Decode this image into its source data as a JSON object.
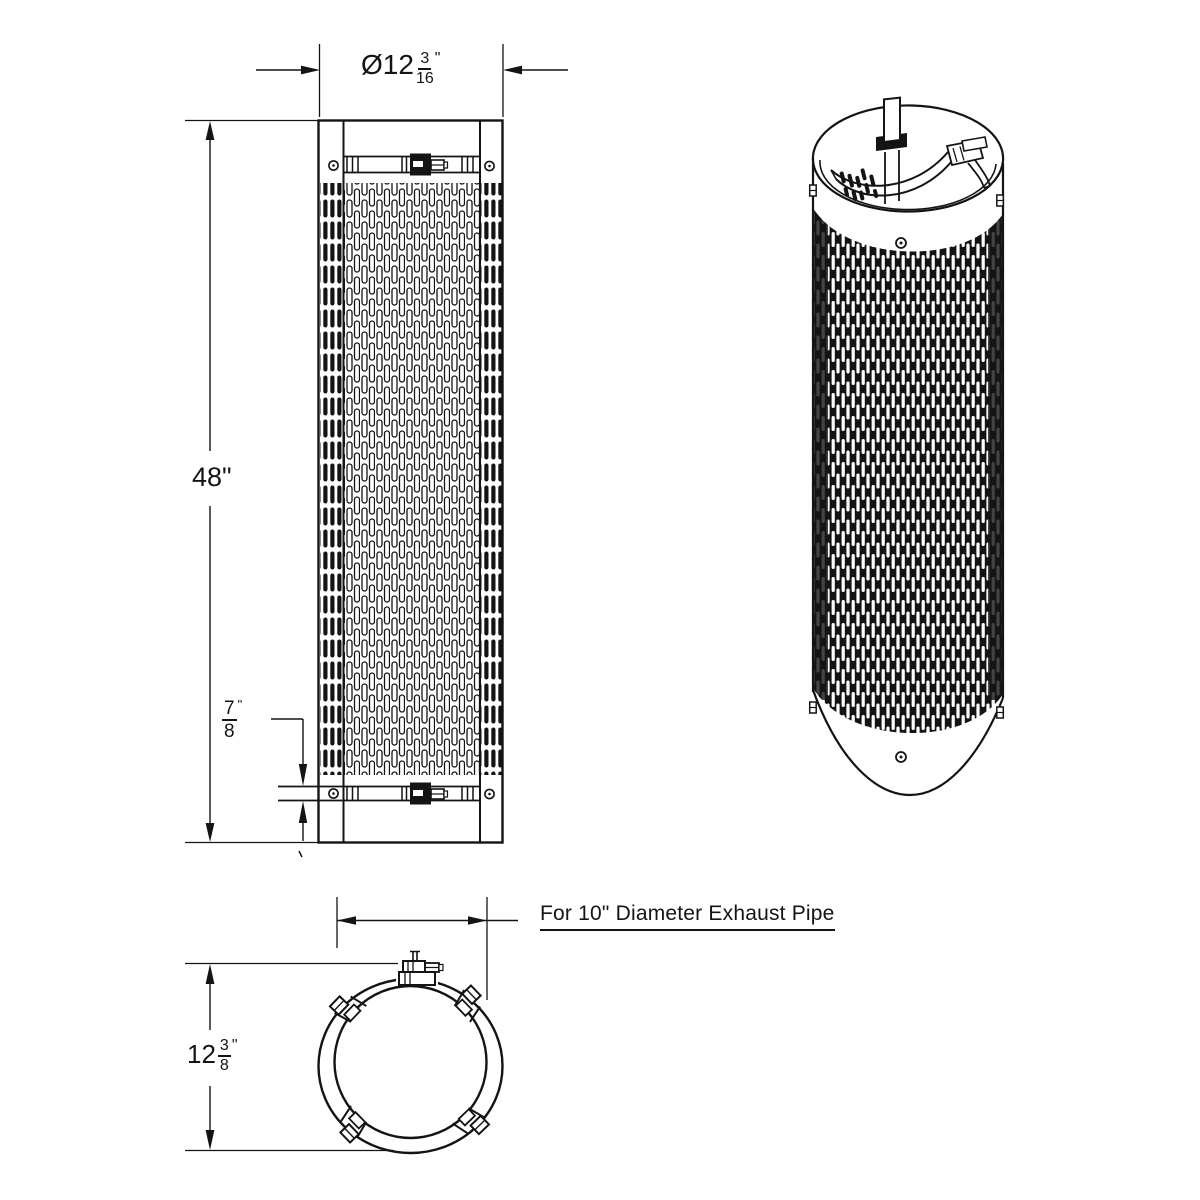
{
  "drawing": {
    "dimensions": {
      "shield_diameter": {
        "prefix": "Ø12",
        "frac_num": "3",
        "frac_den": "16",
        "suffix": "\""
      },
      "shield_height": {
        "text": "48\""
      },
      "clamp_band_width": {
        "frac_num": "7",
        "frac_den": "8",
        "suffix": "\""
      },
      "overall_diameter": {
        "prefix": "12",
        "frac_num": "3",
        "frac_den": "8",
        "suffix": "\""
      }
    },
    "note": {
      "text": "For 10\" Diameter Exhaust Pipe"
    },
    "colors": {
      "line": "#141414",
      "background": "#ffffff"
    }
  }
}
